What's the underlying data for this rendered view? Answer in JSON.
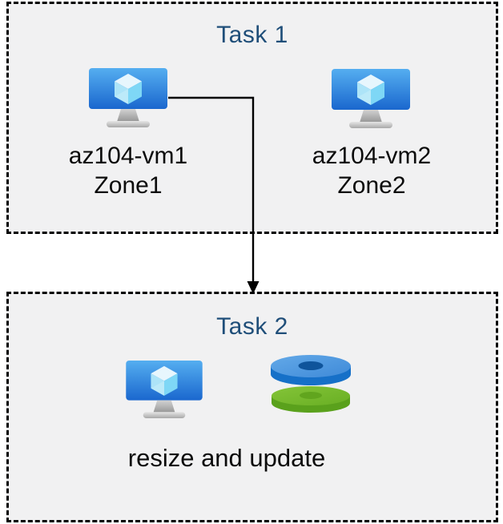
{
  "diagram": {
    "task1": {
      "title": "Task 1",
      "vms": [
        {
          "name": "az104-vm1",
          "zone": "Zone1",
          "icon": "virtual-machine-icon"
        },
        {
          "name": "az104-vm2",
          "zone": "Zone2",
          "icon": "virtual-machine-icon"
        }
      ]
    },
    "task2": {
      "title": "Task 2",
      "caption": "resize and update",
      "icons": [
        "virtual-machine-icon",
        "disks-icon"
      ]
    },
    "connector": {
      "type": "elbow-arrow-down",
      "from": "az104-vm1",
      "to": "Task 2"
    },
    "colors": {
      "title-color": "#1f4e79",
      "box-bg": "#f1f1f2",
      "border-color": "#000000",
      "arrow-color": "#000000",
      "vm-screen-top": "#51a9ee",
      "vm-screen-bottom": "#1a67ce",
      "cube-top": "#e7f6fd",
      "cube-left": "#ade4f8",
      "cube-right": "#7ed7f6",
      "disk-blue-top": "#4a97de",
      "disk-blue-side": "#1670c8",
      "disk-blue-hole": "#0f549b",
      "disk-green-top": "#73b82a",
      "disk-green-side": "#5aa11c",
      "disk-green-hole": "#61a51e"
    }
  }
}
